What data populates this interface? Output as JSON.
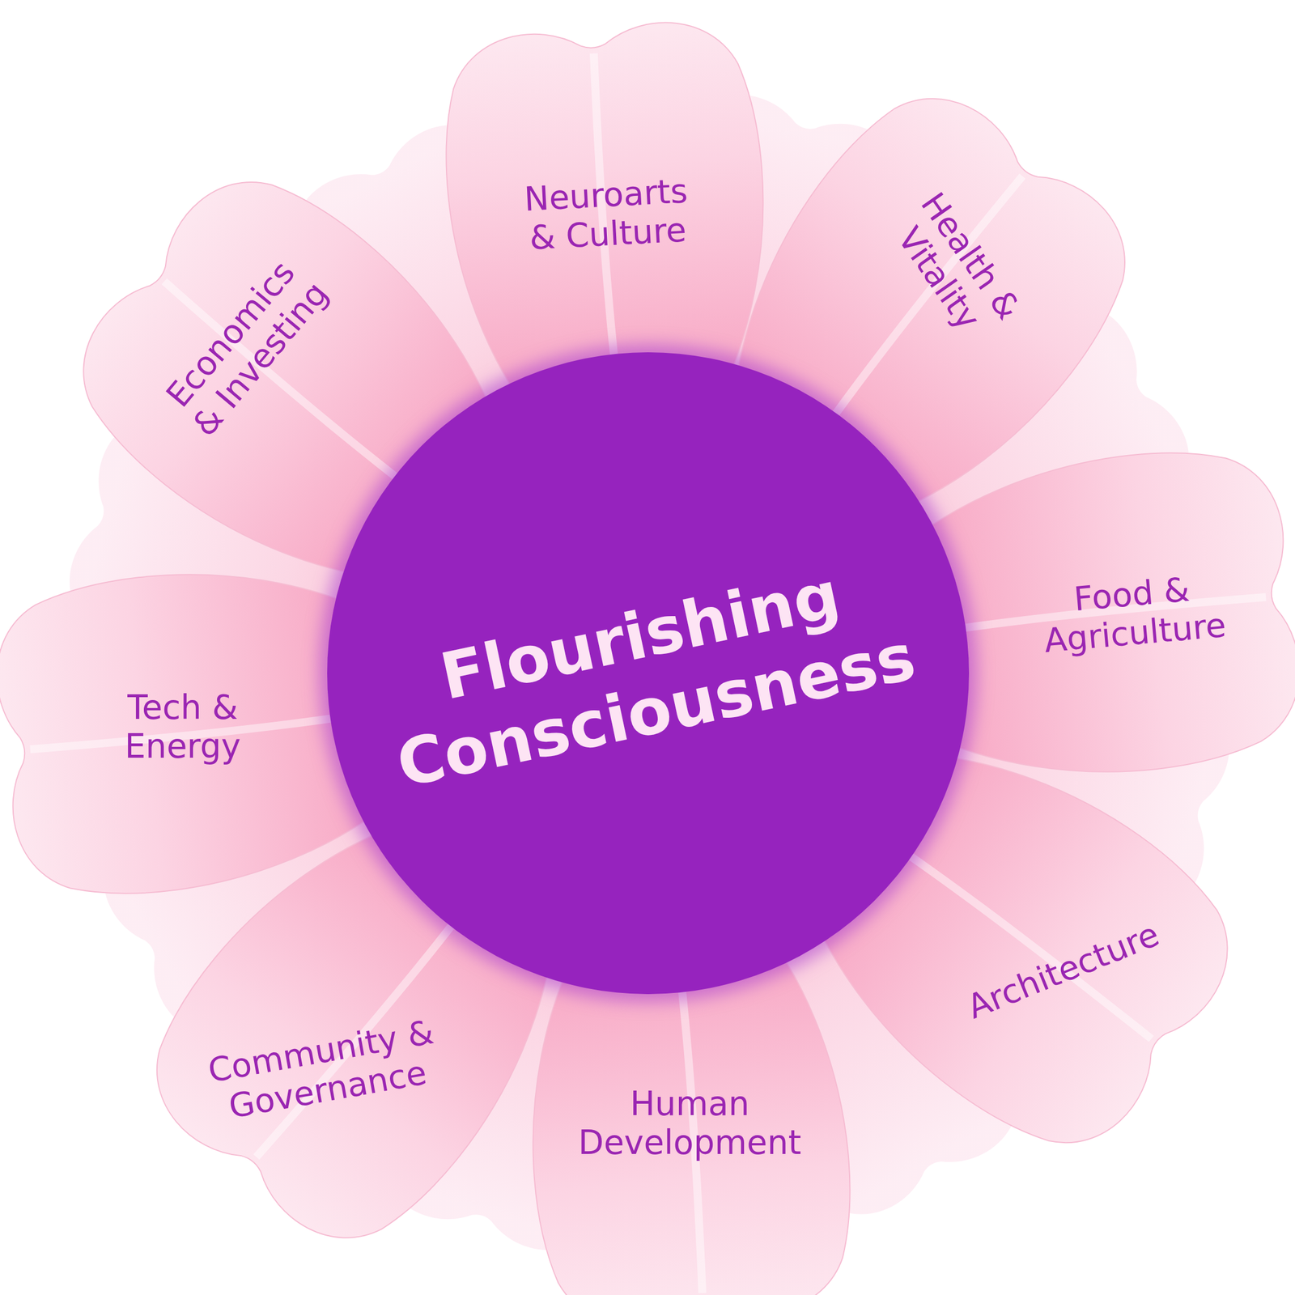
{
  "diagram": {
    "nodes": [
      {
        "text": [
          "Flourishing Consciousness"
        ]
      },
      {
        "text": [
          "Neuroarts & Culture"
        ]
      },
      {
        "text": [
          "Health & Vitality"
        ]
      },
      {
        "text": [
          "Food & Agriculture"
        ]
      },
      {
        "text": [
          "Architecture"
        ]
      },
      {
        "text": [
          "Human Development"
        ]
      },
      {
        "text": [
          "Community & Governance"
        ]
      },
      {
        "text": [
          "Tech & Energy"
        ]
      },
      {
        "text": [
          "Economics & Investing"
        ]
      }
    ]
  }
}
